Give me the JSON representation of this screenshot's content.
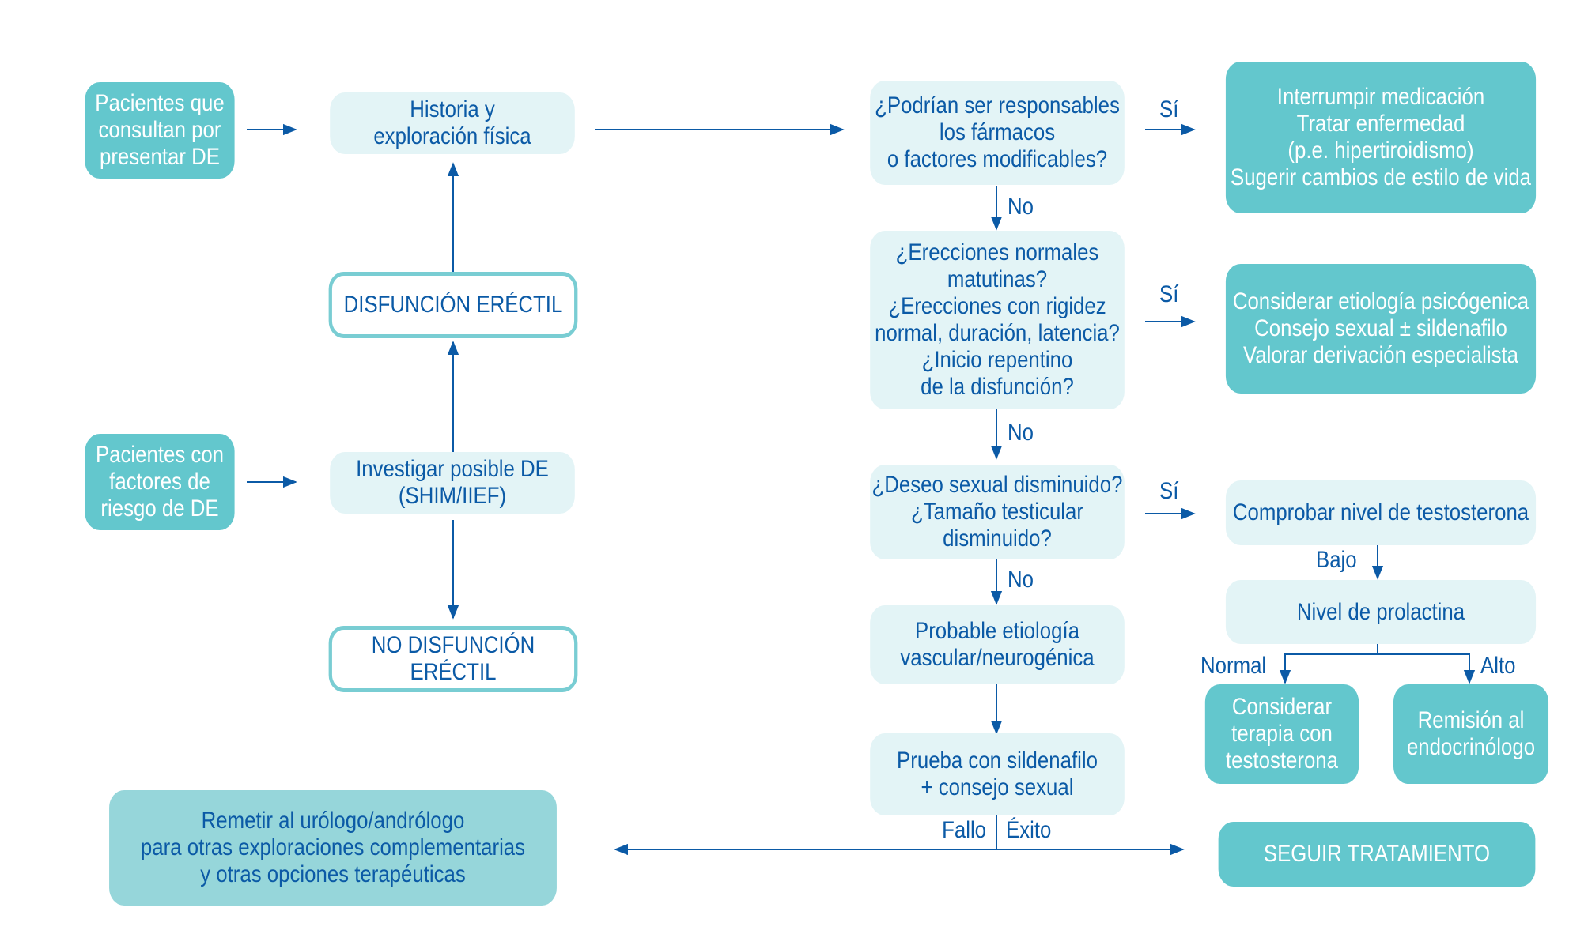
{
  "colors": {
    "teal": "#63c7cd",
    "pale": "#e3f4f6",
    "mid": "#96d6da",
    "line": "#0b5aa6",
    "outline": "#79cdd3"
  },
  "left": {
    "consult": "Pacientes que\nconsultan por\npresentar DE",
    "history": "Historia y\nexploración física",
    "de": "DISFUNCIÓN ERÉCTIL",
    "risk": "Pacientes con\nfactores de\nriesgo de DE",
    "investigate": "Investigar posible DE\n(SHIM/IIEF)",
    "no_de": "NO DISFUNCIÓN ERÉCTIL",
    "refer": "Remetir al urólogo/andrólogo\npara otras exploraciones complementarias\ny otras opciones terapéuticas"
  },
  "center": {
    "q_drugs": "¿Podrían ser responsables\nlos fármacos\no factores modificables?",
    "q_erections": "¿Erecciones normales\nmatutinas?\n¿Erecciones con rigidez\nnormal, duración, latencia?\n¿Inicio repentino\nde la disfunción?",
    "q_desire": "¿Deseo sexual disminuido?\n¿Tamaño testicular\ndisminuido?",
    "vascular": "Probable etiología\nvascular/neurogénica",
    "trial": "Prueba con sildenafilo\n+ consejo sexual"
  },
  "right": {
    "stop_meds": "Interrumpir medicación\nTratar enfermedad\n(p.e. hipertiroidismo)\nSugerir cambios de estilo de vida",
    "psychogenic": "Considerar etiología psicógenica\nConsejo sexual ± sildenafilo\nValorar derivación especialista",
    "testosterone_check": "Comprobar nivel de testosterona",
    "prolactin": "Nivel de prolactina",
    "testosterone_therapy": "Considerar\nterapia con\ntestosterona",
    "endocrinologist": "Remisión al\nendocrinólogo",
    "continue": "SEGUIR TRATAMIENTO"
  },
  "labels": {
    "yes": "Sí",
    "no": "No",
    "low": "Bajo",
    "normal": "Normal",
    "high": "Alto",
    "failure": "Fallo",
    "success": "Éxito"
  }
}
